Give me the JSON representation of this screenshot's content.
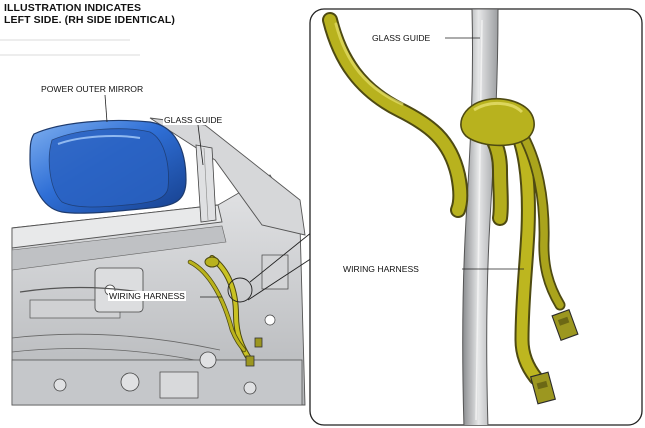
{
  "header": {
    "line1": "ILLUSTRATION INDICATES",
    "line2": "LEFT SIDE. (RH SIDE IDENTICAL)"
  },
  "left_view": {
    "mirror_label": "POWER OUTER MIRROR",
    "glass_guide_label": "GLASS GUIDE",
    "wiring_harness_label": "WIRING HARNESS"
  },
  "detail_view": {
    "glass_guide_label": "GLASS GUIDE",
    "wiring_harness_label": "WIRING HARNESS"
  },
  "colors": {
    "mirror_blue": "#2f6fd6",
    "harness_yellow": "#b8b21e",
    "panel_gray": "#c9cacc",
    "outline": "#222222"
  }
}
